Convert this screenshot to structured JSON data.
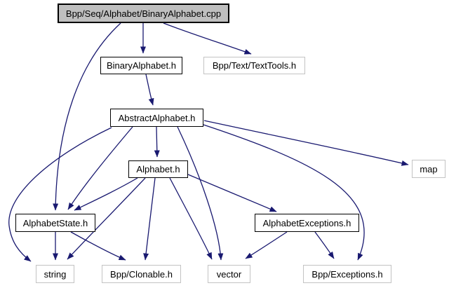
{
  "figure": {
    "kind": "include-dependency-graph",
    "root_file": "Bpp/Seq/Alphabet/BinaryAlphabet.cpp"
  },
  "colors": {
    "edge": "#191970",
    "main_fill": "#bfbfbf",
    "internal_border": "#000000",
    "external_border": "#c3c3c3"
  },
  "nodes": [
    {
      "id": "main",
      "label": "Bpp/Seq/Alphabet/BinaryAlphabet.cpp",
      "kind": "main"
    },
    {
      "id": "binaryalphabet-h",
      "label": "BinaryAlphabet.h",
      "kind": "internal"
    },
    {
      "id": "texttools",
      "label": "Bpp/Text/TextTools.h",
      "kind": "external"
    },
    {
      "id": "abstractalphabet",
      "label": "AbstractAlphabet.h",
      "kind": "internal"
    },
    {
      "id": "alphabet",
      "label": "Alphabet.h",
      "kind": "internal"
    },
    {
      "id": "map",
      "label": "map",
      "kind": "external"
    },
    {
      "id": "alphabetstate",
      "label": "AlphabetState.h",
      "kind": "internal"
    },
    {
      "id": "alphabetexceptions",
      "label": "AlphabetExceptions.h",
      "kind": "internal"
    },
    {
      "id": "string",
      "label": "string",
      "kind": "external"
    },
    {
      "id": "clonable",
      "label": "Bpp/Clonable.h",
      "kind": "external"
    },
    {
      "id": "vector",
      "label": "vector",
      "kind": "external"
    },
    {
      "id": "bppexceptions",
      "label": "Bpp/Exceptions.h",
      "kind": "external"
    }
  ],
  "edges": [
    {
      "from": "main",
      "to": "binaryalphabet-h"
    },
    {
      "from": "main",
      "to": "texttools"
    },
    {
      "from": "main",
      "to": "alphabetstate"
    },
    {
      "from": "binaryalphabet-h",
      "to": "abstractalphabet"
    },
    {
      "from": "abstractalphabet",
      "to": "alphabet"
    },
    {
      "from": "abstractalphabet",
      "to": "map"
    },
    {
      "from": "abstractalphabet",
      "to": "alphabetstate"
    },
    {
      "from": "abstractalphabet",
      "to": "string"
    },
    {
      "from": "abstractalphabet",
      "to": "vector"
    },
    {
      "from": "abstractalphabet",
      "to": "bppexceptions"
    },
    {
      "from": "alphabet",
      "to": "alphabetstate"
    },
    {
      "from": "alphabet",
      "to": "string"
    },
    {
      "from": "alphabet",
      "to": "clonable"
    },
    {
      "from": "alphabet",
      "to": "vector"
    },
    {
      "from": "alphabet",
      "to": "alphabetexceptions"
    },
    {
      "from": "alphabetstate",
      "to": "string"
    },
    {
      "from": "alphabetstate",
      "to": "clonable"
    },
    {
      "from": "alphabetexceptions",
      "to": "vector"
    },
    {
      "from": "alphabetexceptions",
      "to": "bppexceptions"
    }
  ]
}
